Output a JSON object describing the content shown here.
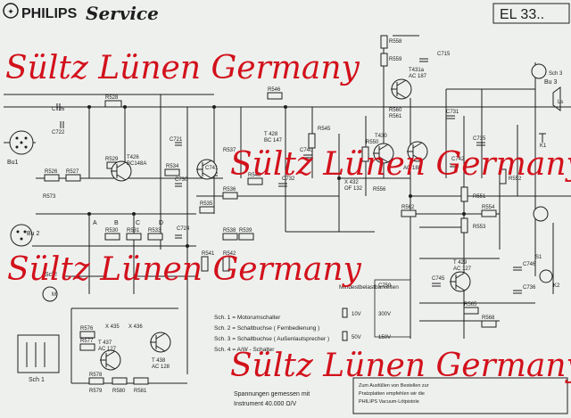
{
  "header": {
    "brand": "PHILIPS",
    "service": "Service",
    "model": "EL 33.."
  },
  "watermark": {
    "text": "Sültz Lünen Germany",
    "color": "#d2111b"
  },
  "sections": {
    "mindest": "Mindestbelastbarkeiten"
  },
  "switches": [
    "Sch. 1 = Motorumschalter",
    "Sch. 2 = Schaltbuchse ( Fernbedienung )",
    "Sch. 3 = Schaltbuchse ( Außenlautsprecher )",
    "Sch. 4 = A/W - Schalter"
  ],
  "measure": {
    "line1": "Spannungen gemessen mit",
    "line2": "Instrument  40.000 Ω/V"
  },
  "note": {
    "line1": "Zum Ausfüllen von Bestellen zur",
    "line2": "Pratzplatten empfehlen wir die",
    "line3": "PHILIPS  Vacuum-Lötpistole"
  },
  "labels": {
    "bu1": "Bu1",
    "bu2": "Bu 2",
    "bu3": "Bu 3",
    "sch1": "Sch 1",
    "schI": "Sch!",
    "sch3": "Sch 3",
    "ls": "Ls",
    "t426": "T426",
    "t426b": "BC148A",
    "t428": "T 428",
    "t428b": "BC 147",
    "t430": "T430",
    "t430b": "AC 188",
    "t431": "T431a",
    "t431b": "AC 187",
    "t429": "T 429",
    "t429b": "AC 127",
    "t437": "T 437",
    "t437b": "AC 127",
    "t438": "T 438",
    "t438b": "AC 128",
    "x435": "X 435",
    "x436": "X 436",
    "x432": "X 432",
    "x432b": "OF 132",
    "c726": "C726",
    "c722": "C722",
    "c721": "C721",
    "c724": "C724",
    "r526": "R526",
    "r527": "R527",
    "r528": "R528",
    "r529": "R529",
    "r530": "R530",
    "r531": "R531",
    "r533": "R533",
    "r534": "R534",
    "r535": "R535",
    "r536": "R536",
    "r537": "R537",
    "r538": "R538",
    "r539": "R539",
    "r540": "R540",
    "r541": "R541",
    "r542": "R542",
    "r545": "R545",
    "r546": "R546",
    "r550": "R550",
    "r551": "R551",
    "r552": "R552",
    "r553": "R553",
    "r554": "R554",
    "r556": "R556",
    "r558": "R558",
    "r559": "R559",
    "r560": "R560",
    "r561": "R561",
    "r562": "R562",
    "r565": "R565",
    "r568": "R568",
    "r573": "R573",
    "r576": "R576",
    "r577": "R577",
    "r578": "R578",
    "r579": "R579",
    "r580": "R580",
    "r581": "R581",
    "c715": "C715",
    "c730": "C730",
    "c731": "C731",
    "c732": "C732",
    "c735": "C735",
    "c736": "C736",
    "c740": "C740",
    "c741": "C741",
    "c742": "C742",
    "c745": "C745",
    "c746": "C746",
    "c750": "C750",
    "a": "A",
    "b": "B",
    "c": "C",
    "d": "D",
    "m": "M",
    "k1": "K1",
    "k2": "K2",
    "s1": "S1",
    "v10": "10V",
    "v50": "50V",
    "v150": "150V",
    "v300": "300V"
  }
}
